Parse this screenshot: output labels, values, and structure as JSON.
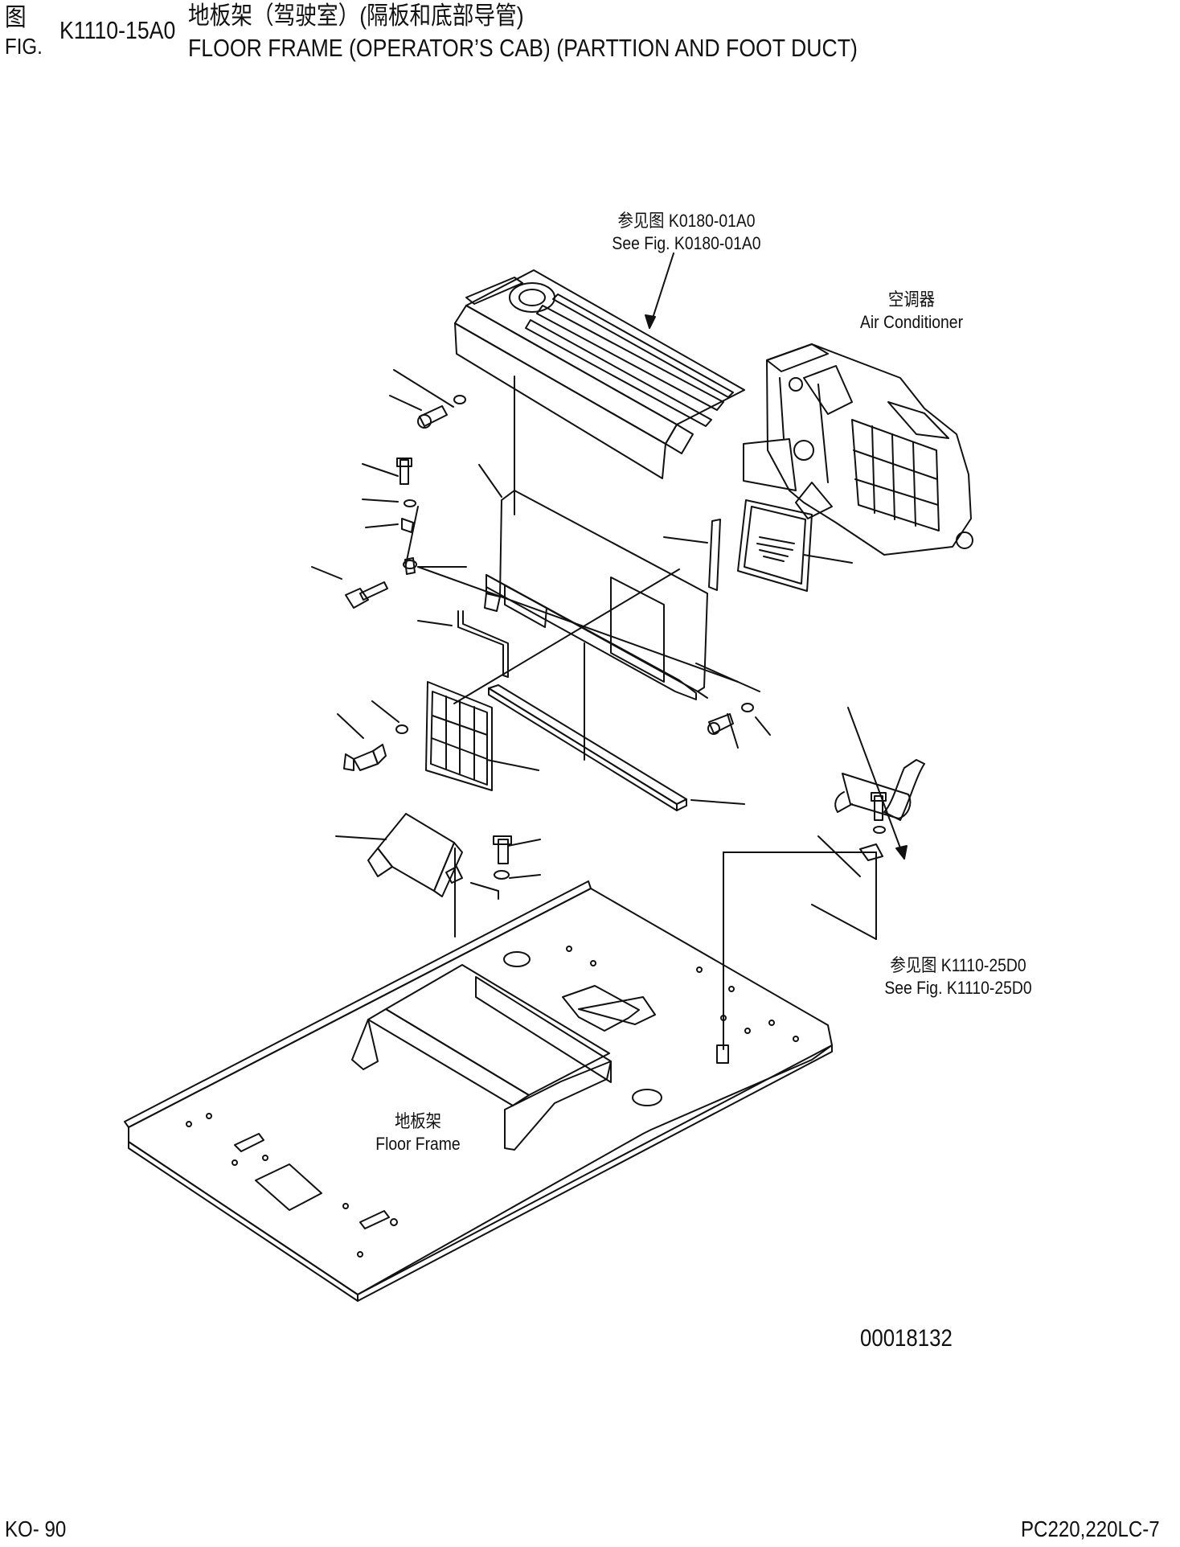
{
  "header": {
    "fig_cn": "图",
    "fig_en": "FIG.",
    "fig_number": "K1110-15A0",
    "title_cn": "地板架（驾驶室）(隔板和底部导管)",
    "title_en": "FLOOR FRAME (OPERATOR’S CAB) (PARTTION AND FOOT DUCT)"
  },
  "callouts": {
    "ref_top_cn": "参见图 K0180-01A0",
    "ref_top_en": "See Fig. K0180-01A0",
    "air_conditioner_cn": "空调器",
    "air_conditioner_en": "Air Conditioner",
    "ref_right_cn": "参见图 K1110-25D0",
    "ref_right_en": "See Fig. K1110-25D0",
    "floor_frame_cn": "地板架",
    "floor_frame_en": "Floor Frame"
  },
  "drawing_number": "00018132",
  "footer": {
    "page": "KO- 90",
    "model": "PC220,220LC-7"
  }
}
